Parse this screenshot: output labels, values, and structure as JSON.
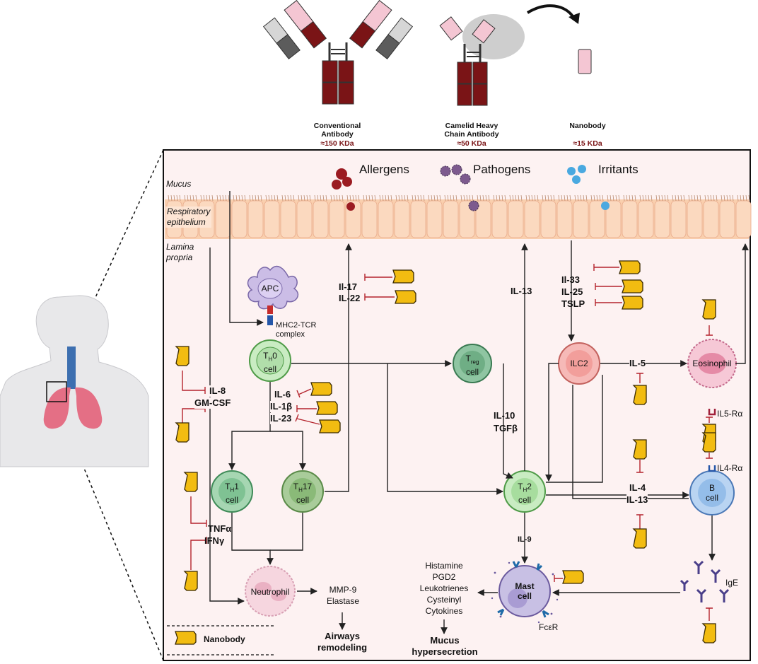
{
  "antibodies": [
    {
      "name_line1": "Conventional",
      "name_line2": "Antibody",
      "size": "≈150 KDa"
    },
    {
      "name_line1": "Camelid Heavy",
      "name_line2": "Chain Antibody",
      "size": "≈50 KDa"
    },
    {
      "name_line1": "Nanobody",
      "name_line2": "",
      "size": "≈15 KDa"
    }
  ],
  "triggers": [
    "Allergens",
    "Pathogens",
    "Irritants"
  ],
  "zones": {
    "mucus": "Mucus",
    "epithelium_l1": "Respiratory",
    "epithelium_l2": "epithelium",
    "lamina_l1": "Lamina",
    "lamina_l2": "propria"
  },
  "cells": {
    "apc": "APC",
    "th0": {
      "main": "T",
      "sub": "H",
      "suffix": "0",
      "line2": "cell"
    },
    "treg": {
      "main": "T",
      "sub": "reg",
      "line2": "cell"
    },
    "ilc2": "ILC2",
    "eosinophil": "Eosinophil",
    "th1": {
      "main": "T",
      "sub": "H",
      "suffix": "1",
      "line2": "cell"
    },
    "th17": {
      "main": "T",
      "sub": "H",
      "suffix": "17",
      "line2": "cell"
    },
    "th2": {
      "main": "T",
      "sub": "H",
      "suffix": "2",
      "line2": "cell"
    },
    "bcell": {
      "line1": "B",
      "line2": "cell"
    },
    "neutrophil": "Neutrophil",
    "mast": {
      "line1": "Mast",
      "line2": "cell"
    }
  },
  "receptors": {
    "mhc_l1": "MHC2-TCR",
    "mhc_l2": "complex",
    "il5r": "IL5-Rα",
    "il4r": "IL4-Rα",
    "fcer": "FcεR",
    "ige": "IgE"
  },
  "cytokines": {
    "il17": "Il-17",
    "il22": "IL-22",
    "il13_top": "IL-13",
    "il33": "Il-33",
    "il25": "IL-25",
    "tslp": "TSLP",
    "il8": "IL-8",
    "gmcsf": "GM-CSF",
    "il6": "IL-6",
    "il1b": "IL-1β",
    "il23": "IL-23",
    "il10": "IL-10",
    "tgfb": "TGFβ",
    "il5": "IL-5",
    "il4": "IL-4",
    "il13": "IL-13",
    "tnfa": "TNFα",
    "ifng": "IFNγ",
    "il9": "IL-9"
  },
  "mediators": [
    "Histamine",
    "PGD2",
    "Leukotrienes",
    "Cysteinyl",
    "Cytokines"
  ],
  "effects": {
    "mmp9": "MMP-9",
    "elastase": "Elastase",
    "airways_l1": "Airways",
    "airways_l2": "remodeling",
    "mucus_l1": "Mucus",
    "mucus_l2": "hypersecretion"
  },
  "legend": {
    "nanobody": "Nanobody"
  },
  "colors": {
    "heavy_chain": "#7a1416",
    "light_grey": "#d6d6d6",
    "dark_grey": "#5c5c5c",
    "vhh_pink": "#f4c6d3",
    "nanobody_yellow": "#f2bc11",
    "inhibit_red": "#b4232c",
    "panel_bg": "#fdf2f2",
    "epithelium": "#f9cfae"
  }
}
